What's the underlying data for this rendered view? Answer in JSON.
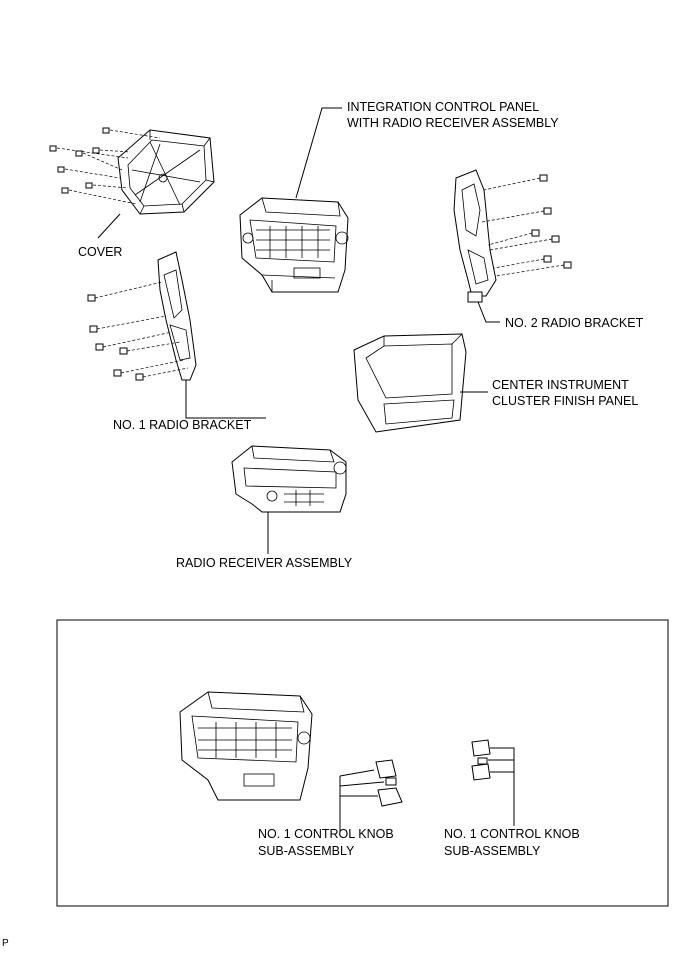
{
  "labels": {
    "integration_panel_line1": "INTEGRATION CONTROL PANEL",
    "integration_panel_line2": "WITH RADIO RECEIVER ASSEMBLY",
    "cover": "COVER",
    "no2_radio_bracket": "NO. 2 RADIO BRACKET",
    "no1_radio_bracket": "NO. 1 RADIO BRACKET",
    "center_panel_line1": "CENTER INSTRUMENT",
    "center_panel_line2": "CLUSTER FINISH PANEL",
    "radio_receiver": "RADIO RECEIVER ASSEMBLY",
    "knob_left_line1": "NO. 1 CONTROL KNOB",
    "knob_left_line2": "SUB-ASSEMBLY",
    "knob_right_line1": "NO. 1 CONTROL KNOB",
    "knob_right_line2": "SUB-ASSEMBLY",
    "corner_mark": "P"
  }
}
